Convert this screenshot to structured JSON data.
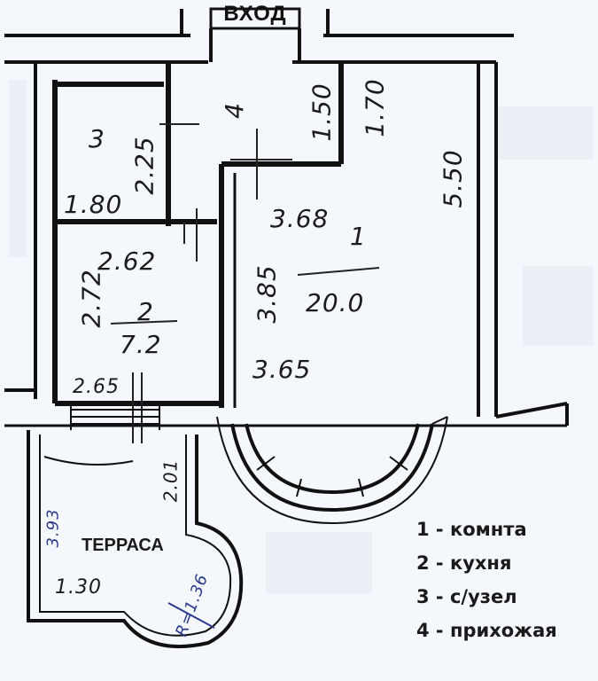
{
  "entry_label": "ВХОД",
  "terrace_label": "ТЕРРАСА",
  "rooms": {
    "r1": {
      "number": "1",
      "area": "20.0",
      "dim_top": "3.68",
      "dim_bottom": "3.65",
      "dim_left": "3.85",
      "dim_right": "5.50",
      "dim_right2": "1.70"
    },
    "r2": {
      "number": "2",
      "area": "7.2",
      "dim_top": "2.62",
      "dim_bottom": "2.65",
      "dim_left": "2.72"
    },
    "r3": {
      "number": "3",
      "dim_bottom": "1.80",
      "dim_right": "2.25"
    },
    "r4": {
      "number": "4",
      "dim_right": "1.50"
    },
    "terrace": {
      "dim_left": "3.93",
      "dim_bottom": "1.30",
      "dim_right": "2.01",
      "radius": "R=1.36"
    }
  },
  "legend": [
    "1 - комнта",
    "2 - кухня",
    "3 - с/узел",
    "4 - прихожая"
  ]
}
